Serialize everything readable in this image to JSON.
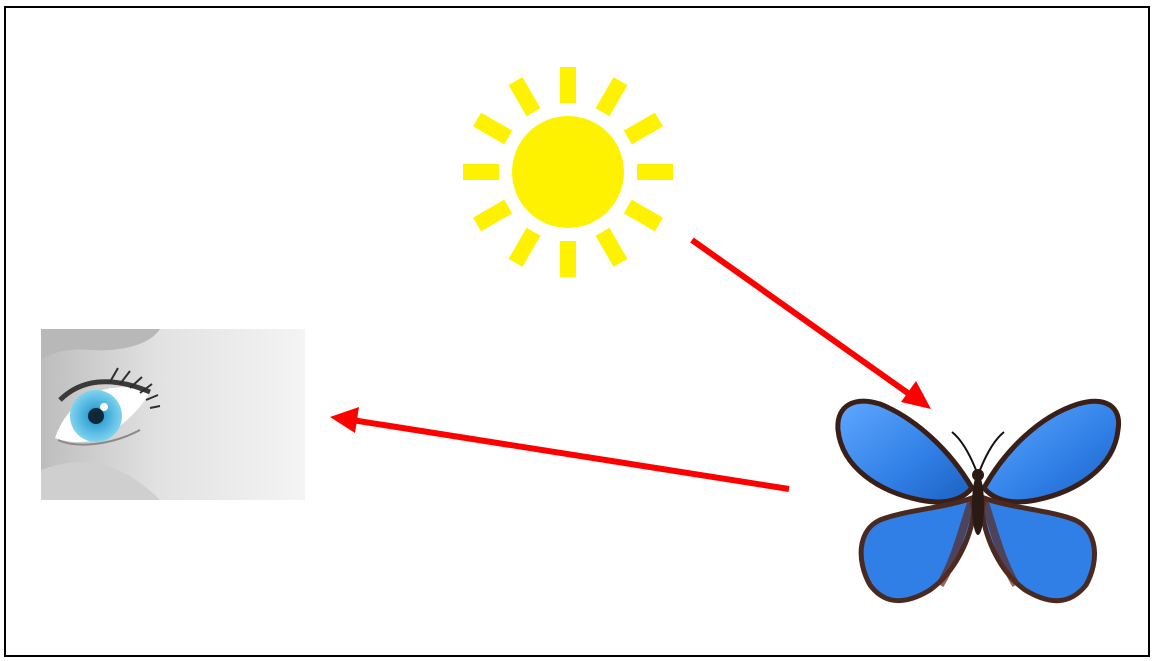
{
  "diagram": {
    "nodes": [
      {
        "id": "sun",
        "icon": "sun-icon",
        "color": "#fff200"
      },
      {
        "id": "butterfly",
        "icon": "butterfly-icon",
        "color": "#2f7fe6"
      },
      {
        "id": "eye",
        "icon": "eye-icon",
        "color": "#49b8e6"
      }
    ],
    "edges": [
      {
        "from": "sun",
        "to": "butterfly",
        "color": "#ff0000"
      },
      {
        "from": "butterfly",
        "to": "eye",
        "color": "#ff0000"
      }
    ]
  },
  "colors": {
    "arrow": "#ff0000",
    "border": "#000000",
    "background": "#ffffff"
  }
}
